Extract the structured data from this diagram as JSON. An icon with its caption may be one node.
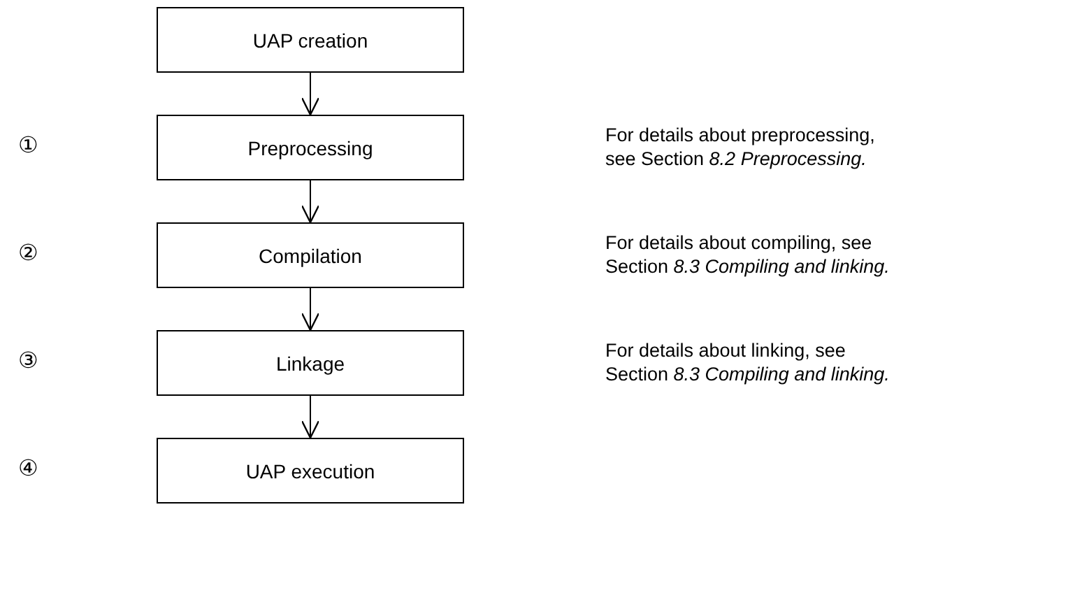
{
  "diagram": {
    "nodes": [
      {
        "text": [
          "UAP creation"
        ]
      },
      {
        "text": [
          "Preprocessing"
        ]
      },
      {
        "text": [
          "Compilation"
        ]
      },
      {
        "text": [
          "Linkage"
        ]
      },
      {
        "text": [
          "UAP execution"
        ]
      }
    ],
    "edges": [
      {
        "from": 0,
        "to": 1,
        "arrow": "to"
      },
      {
        "from": 1,
        "to": 2,
        "arrow": "to"
      },
      {
        "from": 2,
        "to": 3,
        "arrow": "to"
      },
      {
        "from": 3,
        "to": 4,
        "arrow": "to"
      }
    ],
    "labels": [
      "①",
      "For details about preprocessing, see Section *8.2 Preprocessing.*",
      "②",
      "For details about compiling, see Section *8.3 Compiling and linking.*",
      "③",
      "For details about linking, see Section *8.3 Compiling and linking.*",
      "④"
    ]
  }
}
